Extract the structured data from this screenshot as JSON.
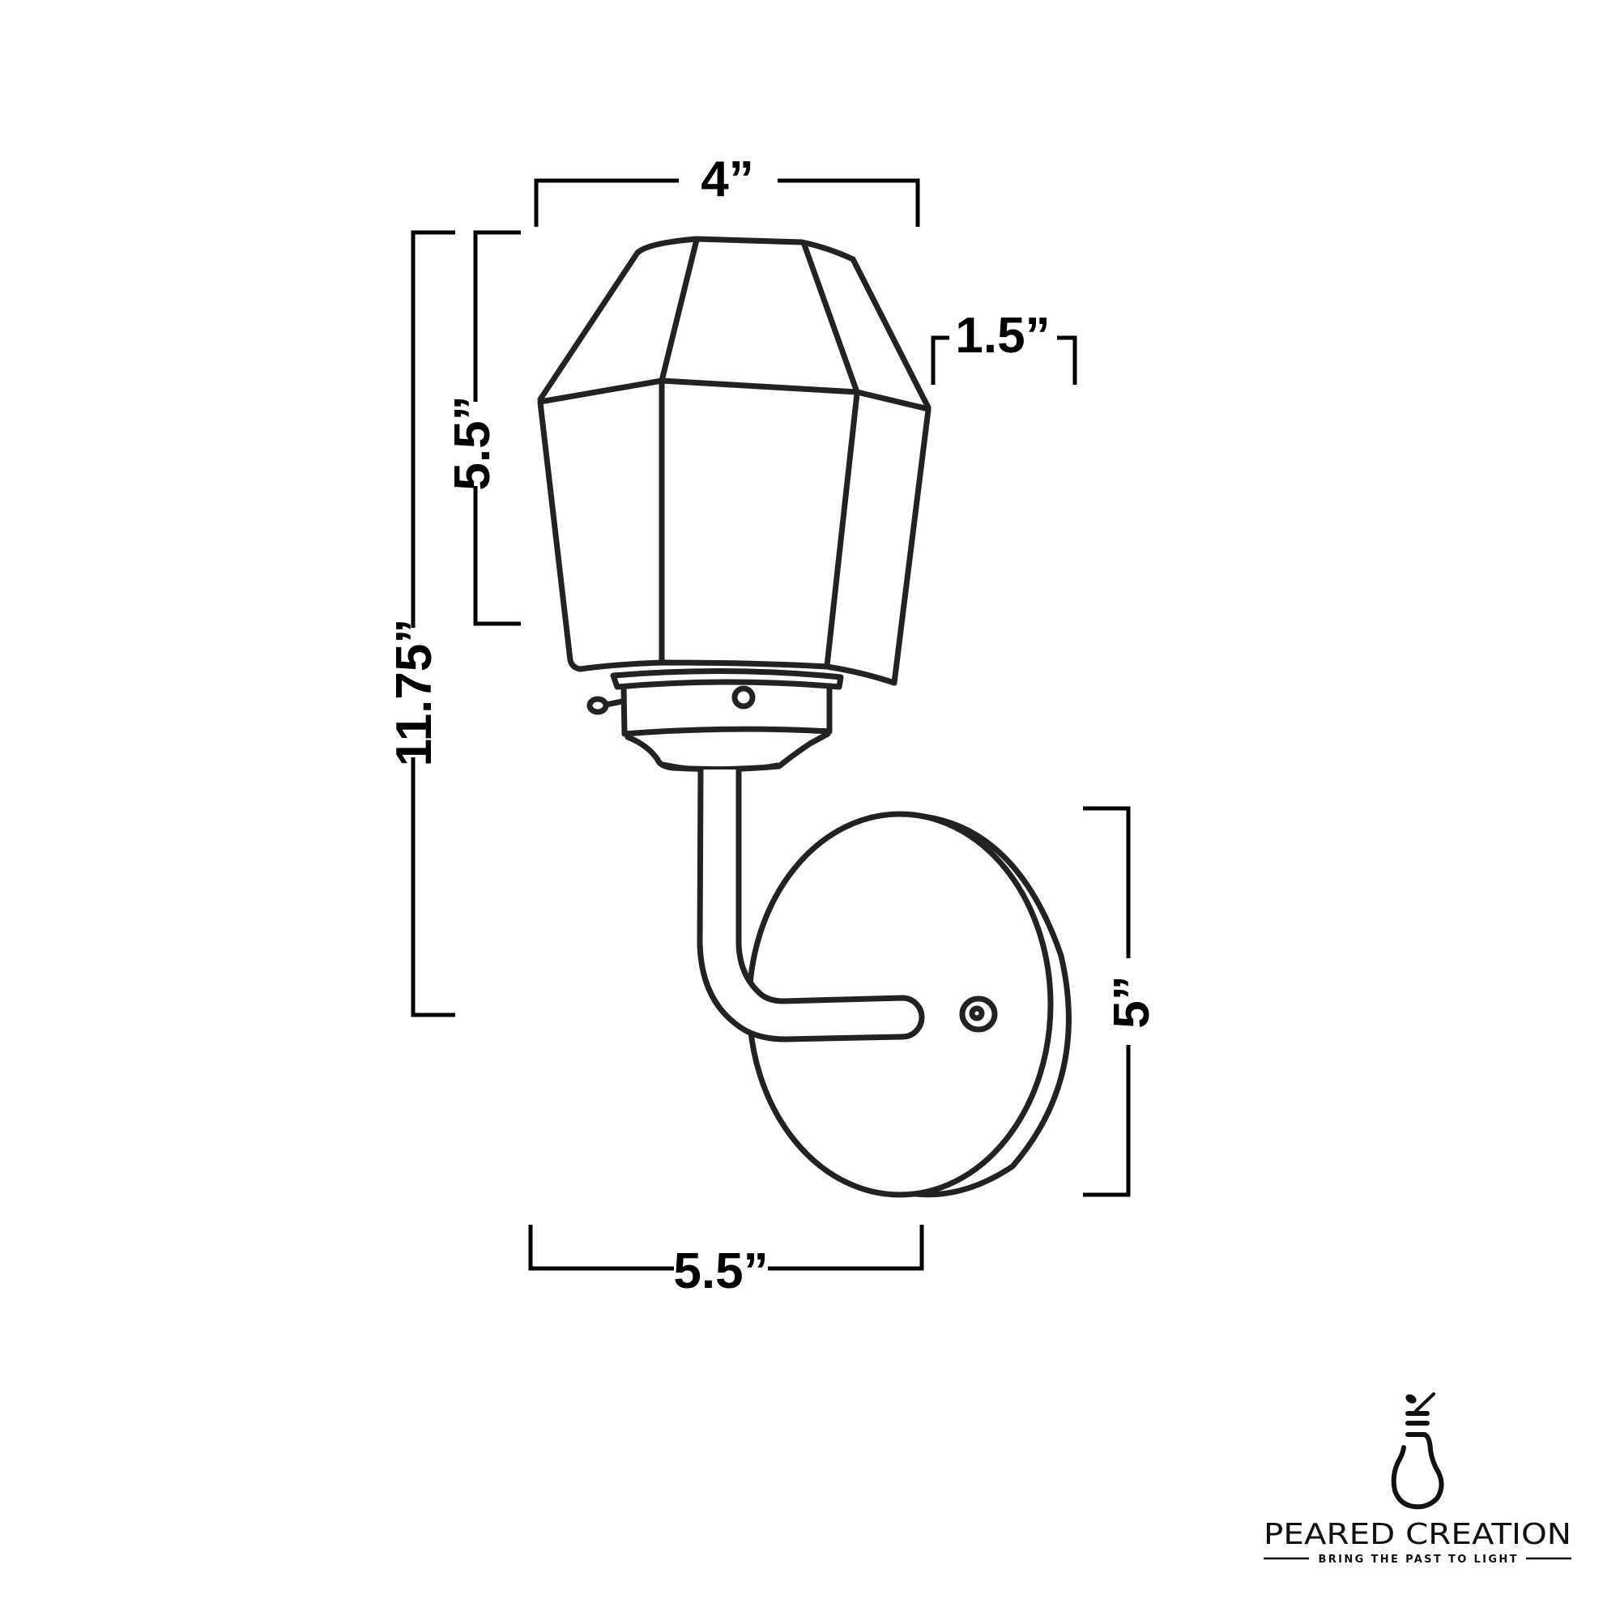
{
  "diagram": {
    "subject": "Wall sconce with faceted glass shade on curved arm and oval backplate",
    "line_color": "#222222",
    "dimension_color": "#000000",
    "background": "#ffffff"
  },
  "dimensions": {
    "shade_width": {
      "label": "4”",
      "orientation": "horizontal",
      "position": "top"
    },
    "shade_height": {
      "label": "5.5”",
      "orientation": "vertical",
      "position": "left-inner"
    },
    "total_height": {
      "label": "11.75”",
      "orientation": "vertical",
      "position": "left-outer"
    },
    "fitter": {
      "label": "1.5”",
      "orientation": "horizontal",
      "position": "right-upper"
    },
    "backplate_height": {
      "label": "5”",
      "orientation": "vertical",
      "position": "right"
    },
    "extension": {
      "label": "5.5”",
      "orientation": "horizontal",
      "position": "bottom"
    }
  },
  "parts": [
    {
      "name": "faceted-glass-shade"
    },
    {
      "name": "fitter-cup"
    },
    {
      "name": "thumbscrew"
    },
    {
      "name": "curved-arm"
    },
    {
      "name": "oval-backplate"
    },
    {
      "name": "mounting-screw"
    }
  ],
  "logo": {
    "name": "PEARED CREATION",
    "tagline": "BRING THE PAST TO LIGHT",
    "icon": "pear-lightbulb-icon"
  }
}
